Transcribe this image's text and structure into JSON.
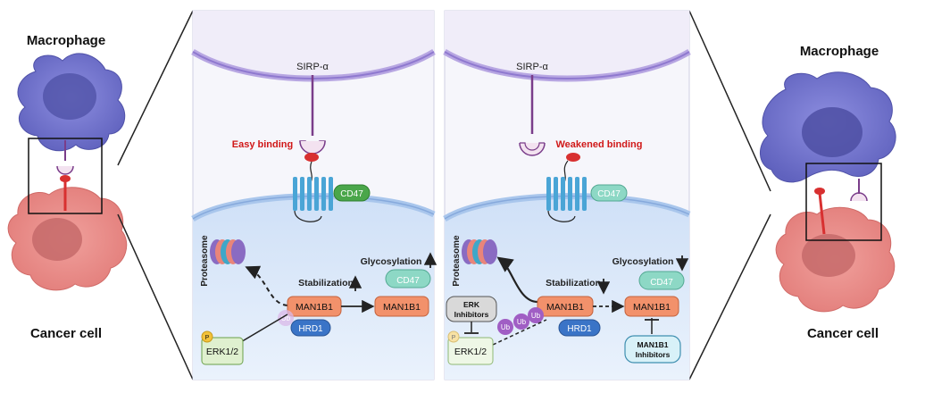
{
  "left_panel": {
    "macrophage_label": "Macrophage",
    "cancer_label": "Cancer cell"
  },
  "right_panel": {
    "macrophage_label": "Macrophage",
    "cancer_label": "Cancer cell"
  },
  "normal_panel": {
    "sirp_label": "SIRP-α",
    "binding_label": "Easy binding",
    "cd47_membrane_label": "CD47",
    "proteasome_label": "Proteasome",
    "stabilization_label": "Stabilization",
    "glycosylation_label": "Glycosylation",
    "cd47_label": "CD47",
    "man1b1_label": "MAN1B1",
    "man1b1_right_label": "MAN1B1",
    "ub_label": "Ub",
    "hrd1_label": "HRD1",
    "erk_label": "ERK1/2",
    "phospho_label": "P"
  },
  "inhibited_panel": {
    "sirp_label": "SIRP-α",
    "binding_label": "Weakened binding",
    "cd47_membrane_label": "CD47",
    "proteasome_label": "Proteasome",
    "stabilization_label": "Stabilization",
    "glycosylation_label": "Glycosylation",
    "cd47_label": "CD47",
    "man1b1_label": "MAN1B1",
    "man1b1_right_label": "MAN1B1",
    "ub_label": "Ub",
    "hrd1_label": "HRD1",
    "erk_label": "ERK1/2",
    "phospho_label": "P",
    "erk_inhibitor_line1": "ERK",
    "erk_inhibitor_line2": "Inhibitors",
    "man1b1_inhibitor_line1": "MAN1B1",
    "man1b1_inhibitor_line2": "Inhibitors"
  },
  "colors": {
    "macrophage": "#6f70c9",
    "cancer": "#e88a86",
    "membrane": "#9b87d6",
    "cancer_membrane": "#a9c6ec",
    "cd47": "#4aa64a",
    "cd47_weak": "#8dd8c5",
    "man1b1": "#f2916b",
    "hrd1": "#3a74c7",
    "erk": "#dff0cf",
    "red_label": "#d01818"
  }
}
